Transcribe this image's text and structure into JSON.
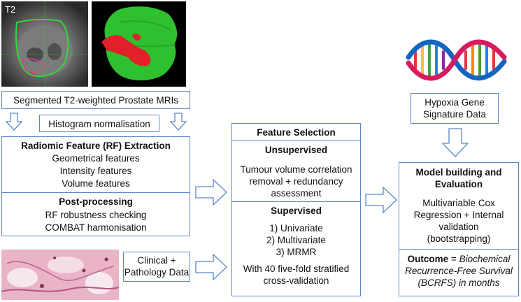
{
  "mri": {
    "label": "T2"
  },
  "segmented": {
    "label": "Segmented T2-weighted Prostate MRIs"
  },
  "histogram": {
    "label": "Histogram normalisation"
  },
  "extraction": {
    "title": "Radiomic Feature (RF) Extraction",
    "items": [
      "Geometrical features",
      "Intensity features",
      "Volume features"
    ]
  },
  "postprocessing": {
    "title": "Post-processing",
    "items": [
      "RF robustness checking",
      "COMBAT harmonisation"
    ]
  },
  "clinical": {
    "line1": "Clinical +",
    "line2": "Pathology Data"
  },
  "selection": {
    "title": "Feature Selection",
    "unsupervised_title": "Unsupervised",
    "unsupervised_lines": [
      "Tumour volume correlation",
      "removal + redundancy",
      "assessment"
    ],
    "supervised_title": "Supervised",
    "supervised_items": [
      "1) Univariate",
      "2) Multivariate",
      "3) MRMR"
    ],
    "cv_lines": [
      "With 40 five-fold stratified",
      "cross-validation"
    ]
  },
  "hypoxia": {
    "line1": "Hypoxia Gene",
    "line2": "Signature Data"
  },
  "model": {
    "title_lines": [
      "Model building and",
      "Evaluation"
    ],
    "lines": [
      "Multivariable Cox",
      "Regression + Internal",
      "validation",
      "(bootstrapping)"
    ],
    "outcome_label": "Outcome",
    "outcome_eq": " = ",
    "outcome_text_1": "Biochemical",
    "outcome_lines_rest": [
      "Recurrence-Free Survival",
      "(BCRFS) in months"
    ]
  },
  "colors": {
    "box_border": "#5a86c5",
    "segment_green": "#2ec02e",
    "segment_red": "#e0212a",
    "histology_pink": "#e4a6bf"
  }
}
